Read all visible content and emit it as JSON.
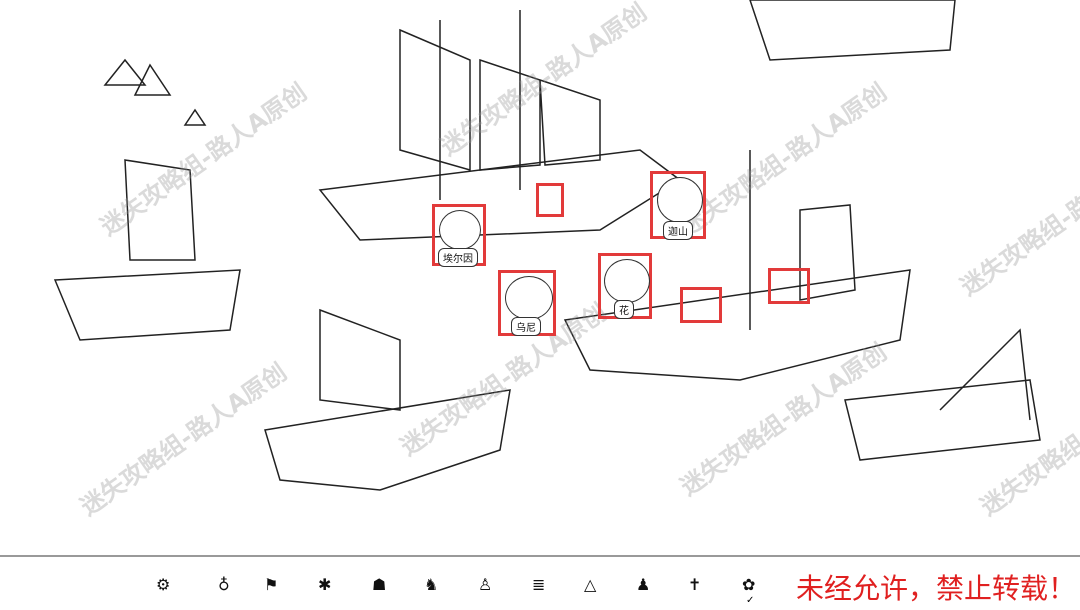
{
  "watermark": "迷失攻略组-路人A原创",
  "accent_color": "#e23a3a",
  "targets": [
    {
      "name": "埃尔因",
      "found": false
    },
    {
      "name": "迦山",
      "found": false
    },
    {
      "name": "乌尼",
      "found": false
    },
    {
      "name": "花",
      "found": true
    }
  ],
  "toolbar": {
    "settings_icon": "gear-icon",
    "items": [
      "bulb-icon",
      "folk-flag-icon",
      "folk-falling-icon",
      "folk-sliding-icon",
      "folk-running-icon",
      "folk-hooded-icon",
      "wood-pile-icon",
      "rock-icon",
      "folk-standing-icon",
      "folk-arms-out-icon",
      "flower-icon"
    ],
    "check_mark": "✓"
  },
  "notice": "未经允许，禁止转载！"
}
